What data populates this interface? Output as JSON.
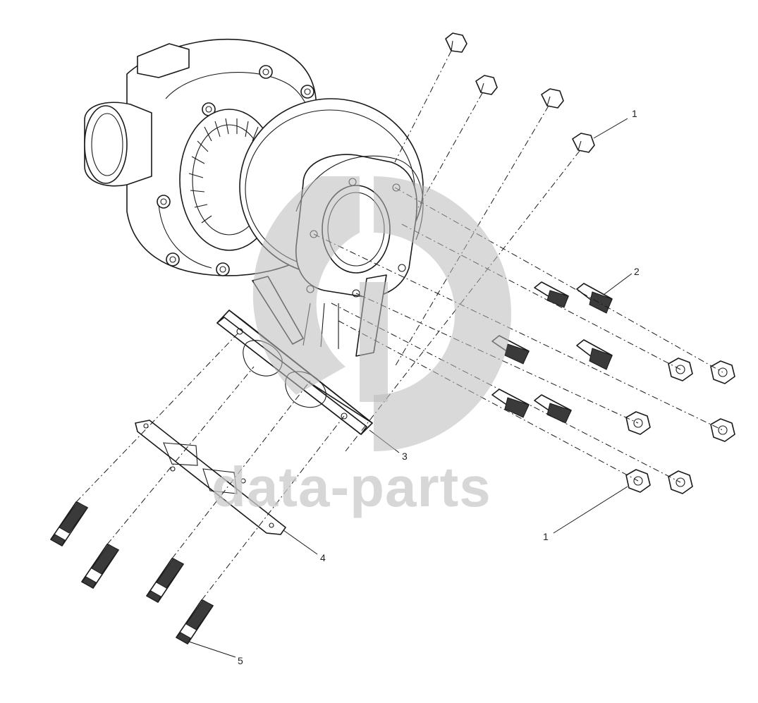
{
  "diagram": {
    "callouts": [
      {
        "id": "callout-1-top",
        "label": "1"
      },
      {
        "id": "callout-2",
        "label": "2"
      },
      {
        "id": "callout-3",
        "label": "3"
      },
      {
        "id": "callout-4",
        "label": "4"
      },
      {
        "id": "callout-1-bottom",
        "label": "1"
      },
      {
        "id": "callout-5",
        "label": "5"
      }
    ]
  },
  "watermark": {
    "text": "data-parts",
    "color": "#bdbdbd"
  },
  "colors": {
    "line": "#1a1a1a",
    "background": "#ffffff"
  }
}
